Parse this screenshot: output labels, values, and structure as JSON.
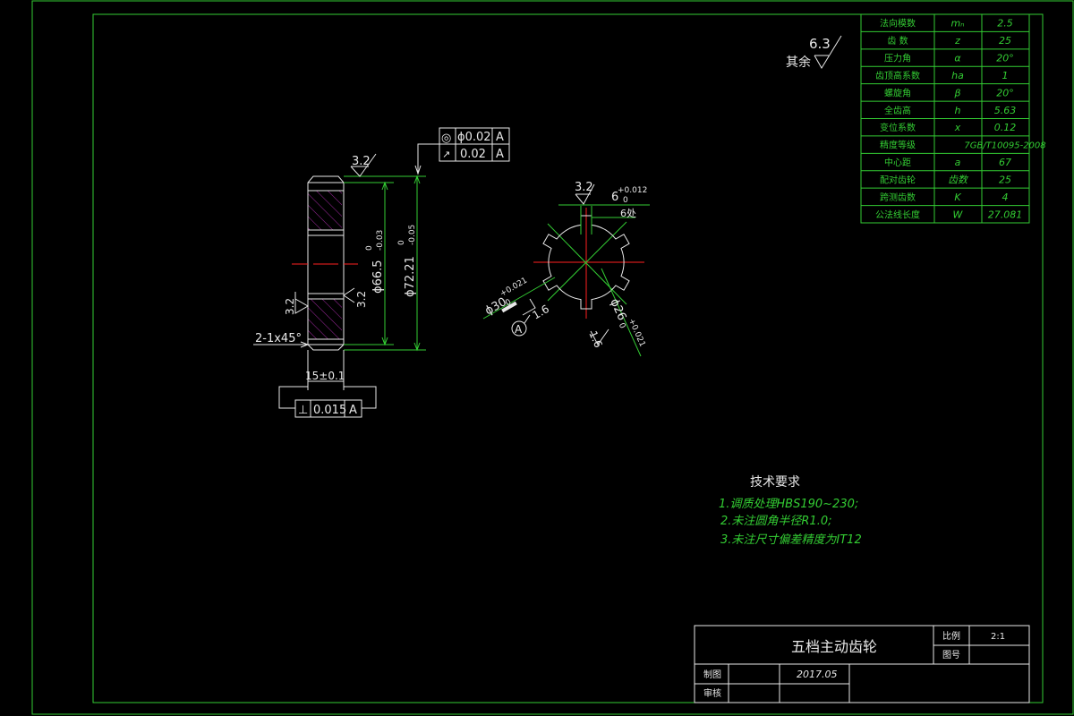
{
  "params_table": [
    {
      "name": "法向模数",
      "symbol": "mₙ",
      "value": "2.5"
    },
    {
      "name": "齿 数",
      "symbol": "z",
      "value": "25"
    },
    {
      "name": "压力角",
      "symbol": "α",
      "value": "20°"
    },
    {
      "name": "齿顶高系数",
      "symbol": "ha",
      "value": "1"
    },
    {
      "name": "螺旋角",
      "symbol": "β",
      "value": "20°"
    },
    {
      "name": "全齿高",
      "symbol": "h",
      "value": "5.63"
    },
    {
      "name": "变位系数",
      "symbol": "x",
      "value": "0.12"
    },
    {
      "name": "精度等级",
      "symbol": "",
      "value": "7GB/T10095-2008"
    },
    {
      "name": "中心距",
      "symbol": "a",
      "value": "67"
    },
    {
      "name": "配对齿轮",
      "symbol": "齿数",
      "value": "25"
    },
    {
      "name": "跨测齿数",
      "symbol": "K",
      "value": "4"
    },
    {
      "name": "公法线长度",
      "symbol": "W",
      "value": "27.081"
    }
  ],
  "roughness_general": {
    "prefix": "其余",
    "value": "6.3"
  },
  "section_view": {
    "roughness_top": "3.2",
    "roughness_left": "3.2",
    "roughness_inner": "3.2",
    "dia_inner_main": "ϕ66.5",
    "dia_inner_tol_upper": "0",
    "dia_inner_tol_lower": "-0.03",
    "dia_outer_main": "ϕ72.21",
    "dia_outer_tol_upper": "0",
    "dia_outer_tol_lower": "-0.05",
    "chamfer": "2-1x45°",
    "width": "15±0.1",
    "tol_coaxial_symbol": "◎",
    "tol_coaxial_value": "ϕ0.02",
    "tol_coaxial_datum": "A",
    "tol_runout_symbol": "↗",
    "tol_runout_value": "0.02",
    "tol_runout_datum": "A",
    "tol_perp_symbol": "⊥",
    "tol_perp_value": "0.015",
    "tol_perp_datum": "A"
  },
  "spline_view": {
    "roughness_top": "3.2",
    "key_width": "6",
    "key_tol_upper": "+0.012",
    "key_tol_lower": "0",
    "key_count": "6处",
    "dia_small": "ϕ30",
    "dia_small_tol_upper": "+0.021",
    "dia_small_tol_lower": "0",
    "roughness_small": "1.6",
    "datum": "A",
    "dia_large": "ϕ26",
    "dia_large_tol_upper": "+0.021",
    "dia_large_tol_lower": "0",
    "roughness_large": "1.6"
  },
  "tech_req": {
    "title": "技术要求",
    "items": [
      "1.调质处理HBS190~230;",
      "2.未注圆角半径R1.0;",
      "3.未注尺寸偏差精度为IT12"
    ]
  },
  "title_block": {
    "part_name": "五档主动齿轮",
    "scale_label": "比例",
    "scale_value": "2:1",
    "drawing_no_label": "图号",
    "drawn_label": "制图",
    "date": "2017.05",
    "checked_label": "审核"
  }
}
